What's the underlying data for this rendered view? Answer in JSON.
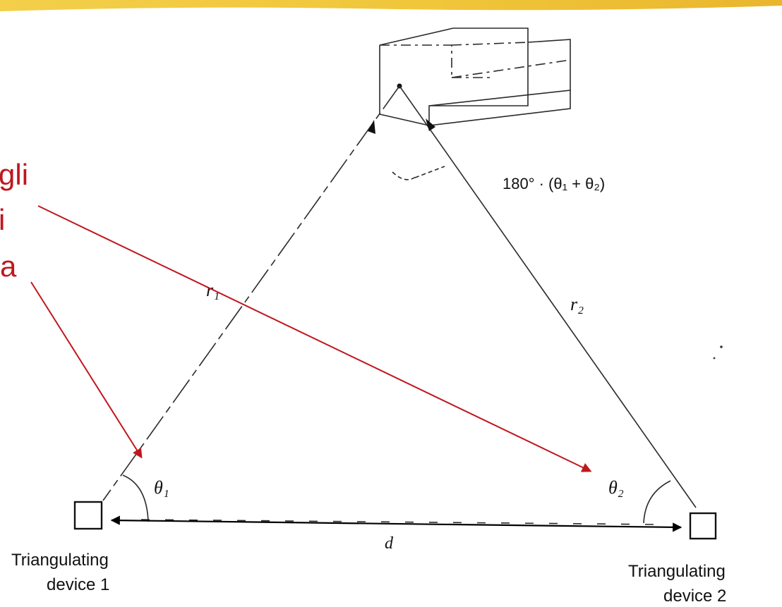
{
  "annotation": {
    "text_lines": [
      "gli",
      "i",
      "a"
    ],
    "color": "#c0171e"
  },
  "labels": {
    "angle_apex": "180° · (θ₁ + θ₂)",
    "side_left": "r₁",
    "side_right": "r₂",
    "baseline": "d",
    "angle_left": "θ₁",
    "angle_right": "θ₂"
  },
  "devices": [
    {
      "label_line1": "Triangulating",
      "label_line2": "device 1"
    },
    {
      "label_line1": "Triangulating",
      "label_line2": "device 2"
    }
  ],
  "colors": {
    "banner": "#f1c232",
    "ink": "#1a1a1a",
    "arrow_red": "#c0171e"
  }
}
